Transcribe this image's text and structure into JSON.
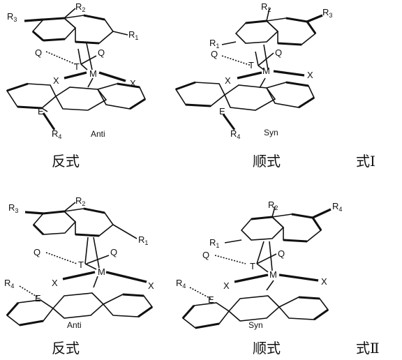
{
  "structures": [
    {
      "id": "formula-1-anti",
      "r_top_left": "R",
      "r_top_left_sub": "3",
      "r_top_right": "R",
      "r_top_right_sub": "2",
      "r_side": "R",
      "r_side_sub": "1",
      "q_left": "Q",
      "q_right": "Q",
      "t": "T",
      "m": "M",
      "x_left": "X",
      "x_right": "X",
      "e": "E",
      "r_e": "R",
      "r_e_sub": "4",
      "tag": "Anti"
    },
    {
      "id": "formula-1-syn",
      "r_top_left": "R",
      "r_top_left_sub": "2",
      "r_top_right": "R",
      "r_top_right_sub": "3",
      "r_side": "R",
      "r_side_sub": "1",
      "q_left": "Q",
      "q_right": "Q",
      "t": "T",
      "m": "M",
      "x_left": "X",
      "x_right": "X",
      "e": "E",
      "r_e": "R",
      "r_e_sub": "4",
      "tag": "Syn"
    },
    {
      "id": "formula-2-anti",
      "r_top_left": "R",
      "r_top_left_sub": "3",
      "r_top_right": "R",
      "r_top_right_sub": "2",
      "r_side": "R",
      "r_side_sub": "1",
      "q_left": "Q",
      "q_right": "Q",
      "t": "T",
      "m": "M",
      "x_left": "X",
      "x_right": "X",
      "e": "E",
      "r_e": "R",
      "r_e_sub": "4",
      "tag": "Anti"
    },
    {
      "id": "formula-2-syn",
      "r_top_left": "R",
      "r_top_left_sub": "2",
      "r_top_right": "R",
      "r_top_right_sub": "4",
      "r_side": "R",
      "r_side_sub": "1",
      "q_left": "Q",
      "q_right": "Q",
      "t": "T",
      "m": "M",
      "x_left": "X",
      "x_right": "X",
      "e": "E",
      "r_e": "R",
      "r_e_sub": "4",
      "tag": "Syn"
    }
  ],
  "captions": {
    "row1_left": "反式",
    "row1_mid": "顺式",
    "row1_right": "式Ⅰ",
    "row2_left": "反式",
    "row2_mid": "顺式",
    "row2_right": "式Ⅱ"
  }
}
